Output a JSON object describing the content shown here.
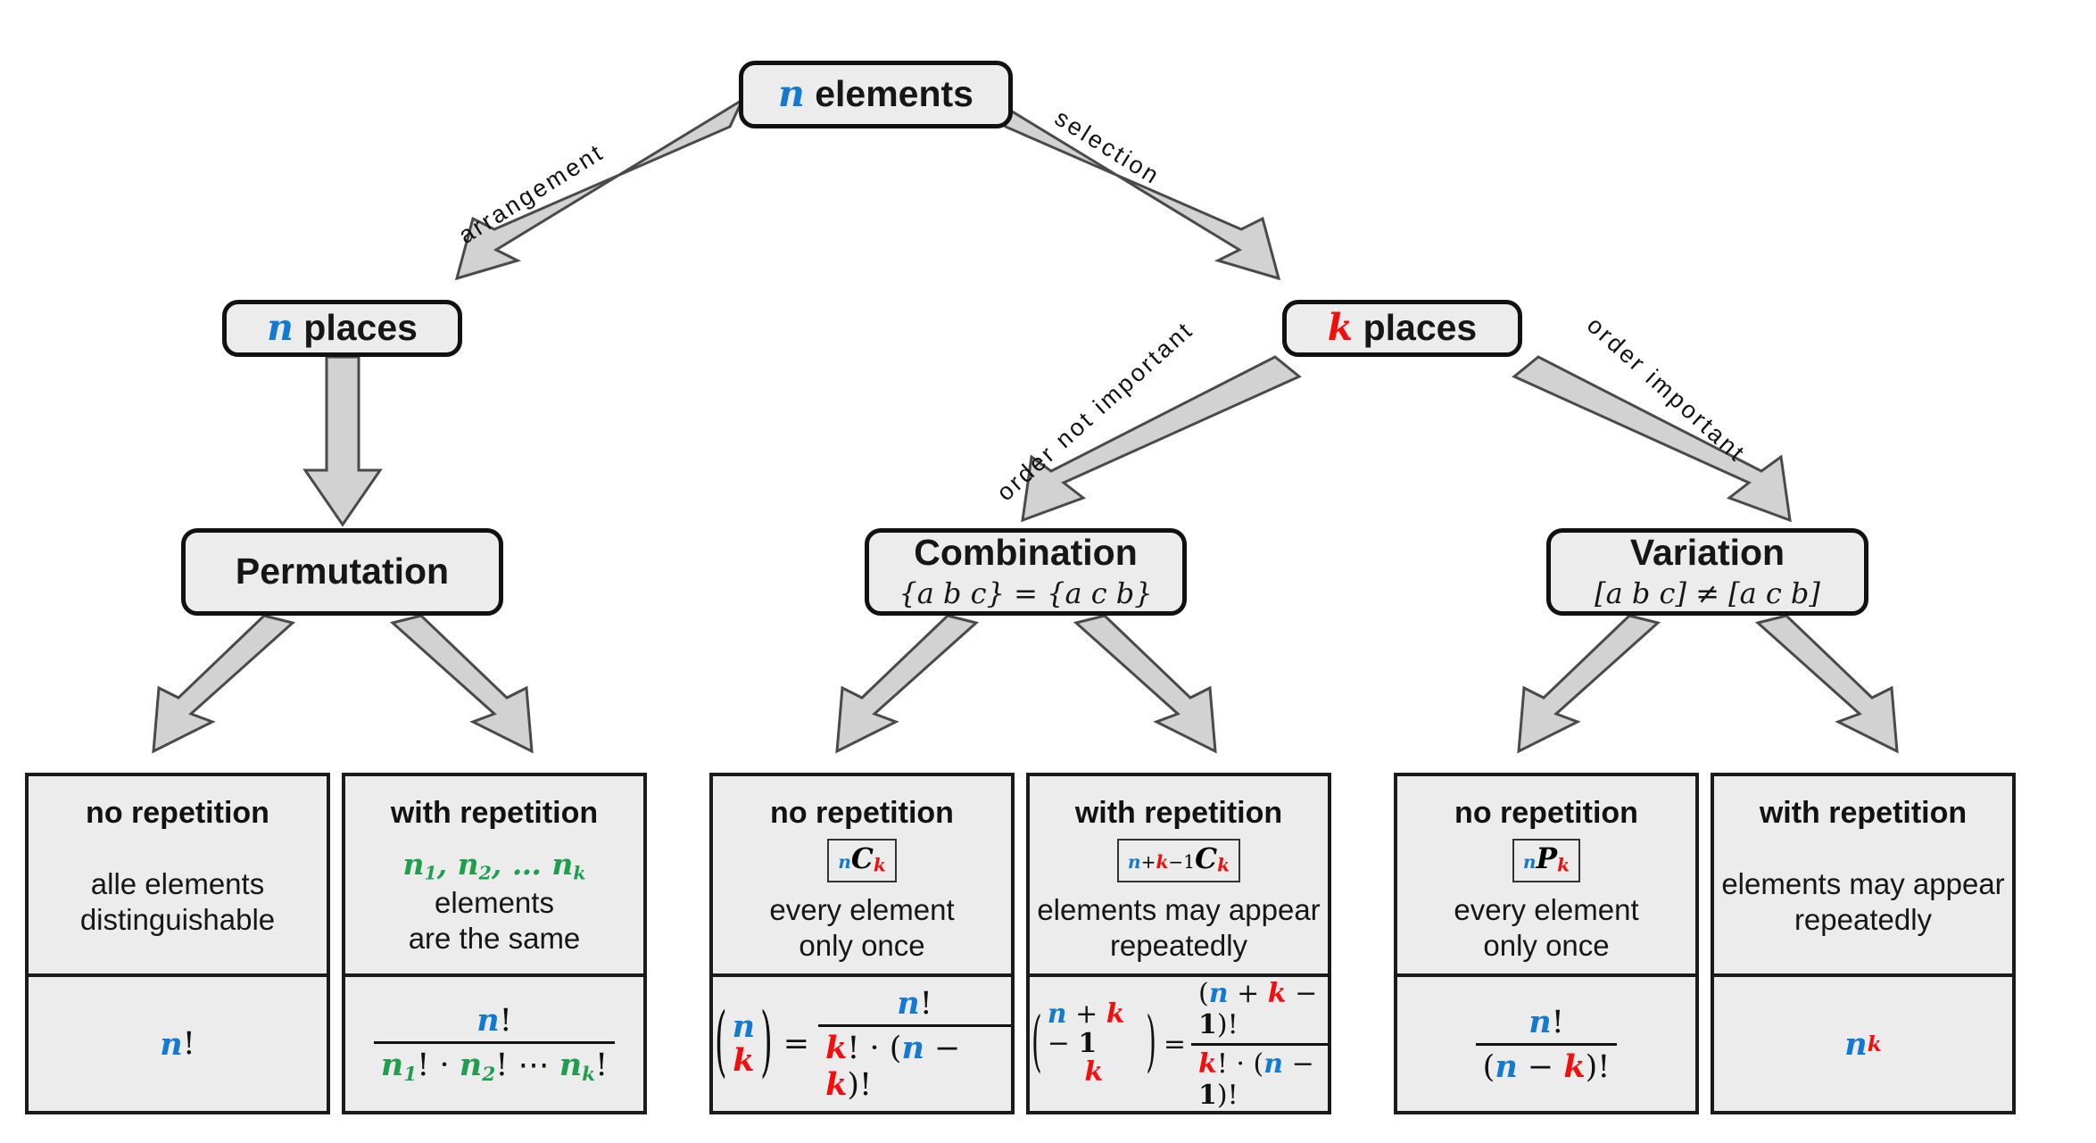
{
  "diagram": {
    "title": "Combinatorics decision tree",
    "colors": {
      "n_color": "#1479d0",
      "k_color": "#f50d0d",
      "group_color": "#1f9e4f",
      "node_fill": "#ececec",
      "arrow_fill": "#d2d2d2",
      "outline": "#111111"
    }
  },
  "root": {
    "label_var": "n",
    "label_text": "elements"
  },
  "edges": {
    "arrangement": "arrangement",
    "selection": "selection",
    "order_not_important": "order not important",
    "order_important": "order important"
  },
  "level2": {
    "left": {
      "var": "n",
      "text": "places"
    },
    "right": {
      "var": "k",
      "text": "places"
    }
  },
  "level3": [
    {
      "name": "permutation",
      "title": "Permutation",
      "sub": ""
    },
    {
      "name": "combination",
      "title": "Combination",
      "sub": "{a b c} = {a c b}"
    },
    {
      "name": "variation",
      "title": "Variation",
      "sub": "[a b c] ≠ [a c b]"
    }
  ],
  "leaves": [
    {
      "id": "permutation-no-repetition",
      "header": "no repetition",
      "notation": "",
      "desc_line1": "alle elements",
      "desc_line2": "distinguishable",
      "formula_text": "n!"
    },
    {
      "id": "permutation-with-repetition",
      "header": "with repetition",
      "notation": "",
      "desc_line1": "n₁, n₂, … n_k elements",
      "desc_line2": "are the same",
      "formula_text": "n! / (n₁! · n₂! ⋯ n_k!)"
    },
    {
      "id": "combination-no-repetition",
      "header": "no repetition",
      "notation": "nCk",
      "desc_line1": "every element",
      "desc_line2": "only once",
      "formula_text": "(n over k) = n! / (k! · (n − k)!)"
    },
    {
      "id": "combination-with-repetition",
      "header": "with repetition",
      "notation": "n+k−1Ck",
      "desc_line1": "elements may appear",
      "desc_line2": "repeatedly",
      "formula_text": "(n + k − 1 over k) = (n + k − 1)! / (k! · (n − 1)!)"
    },
    {
      "id": "variation-no-repetition",
      "header": "no repetition",
      "notation": "nPk",
      "desc_line1": "every element",
      "desc_line2": "only once",
      "formula_text": "n! / (n − k)!"
    },
    {
      "id": "variation-with-repetition",
      "header": "with repetition",
      "notation": "",
      "desc_line1": "elements may appear",
      "desc_line2": "repeatedly",
      "formula_text": "n^k"
    }
  ]
}
